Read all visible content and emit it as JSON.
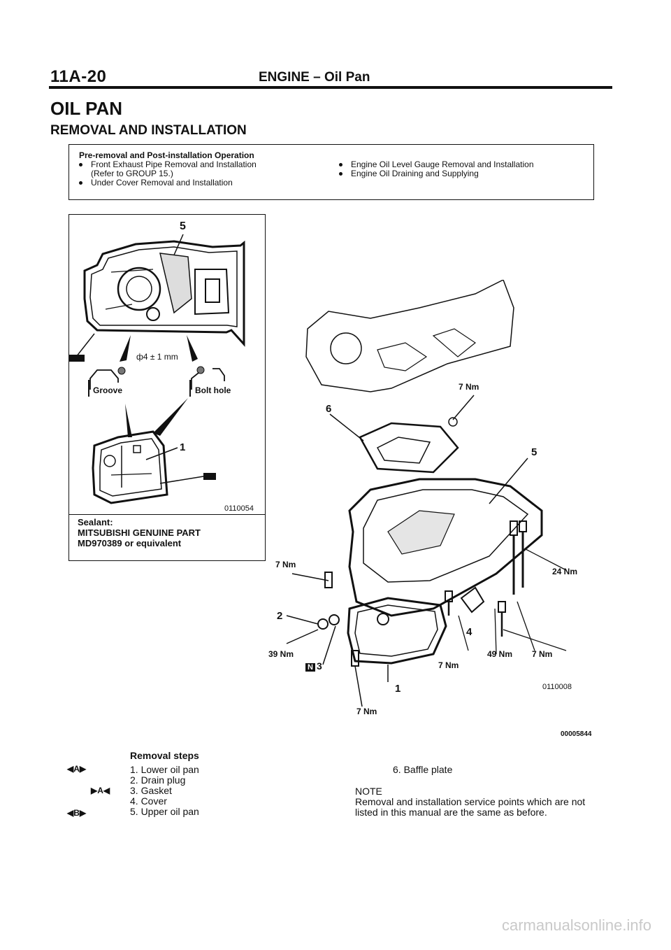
{
  "header": {
    "code": "11A-20",
    "title": "ENGINE – Oil Pan"
  },
  "section_title": "OIL PAN",
  "subsection_title": "REMOVAL AND INSTALLATION",
  "pre_removal": {
    "title": "Pre-removal and Post-installation Operation",
    "left_items": [
      "Front Exhaust Pipe Removal and Installation",
      "(Refer to GROUP 15.)",
      "Under Cover Removal and Installation"
    ],
    "right_items": [
      "Engine Oil Level Gauge Removal and Installation",
      "Engine Oil Draining and Supplying"
    ]
  },
  "left_figure": {
    "label_5": "5",
    "dimension": "ф4 ± 1 mm",
    "groove": "Groove",
    "bolt_hole": "Bolt hole",
    "label_1": "1",
    "figure_code": "0110054",
    "sealant_lines": [
      "Sealant:",
      "MITSUBISHI GENUINE PART",
      "MD970389 or equivalent"
    ]
  },
  "main_figure": {
    "labels": {
      "l6": "6",
      "l5": "5",
      "l2": "2",
      "l4": "4",
      "l1": "1",
      "l3": "3",
      "l3_marker": "N"
    },
    "torques": {
      "t_baffle": "7 Nm",
      "t_left": "7 Nm",
      "t_24": "24 Nm",
      "t_39": "39 Nm",
      "t_49": "49 Nm",
      "t_7_right": "7 Nm",
      "t_7_mid": "7 Nm",
      "t_7_bottom": "7 Nm"
    },
    "figure_code": "0110008",
    "page_code": "00005844"
  },
  "removal_steps": {
    "title": "Removal steps",
    "markers": {
      "a": "A",
      "b": "B",
      "ab": "A"
    },
    "steps": [
      "1. Lower oil pan",
      "2. Drain plug",
      "3. Gasket",
      "4. Cover",
      "5. Upper oil pan"
    ],
    "step6": "6. Baffle plate"
  },
  "note": {
    "title": "NOTE",
    "lines": [
      "Removal and installation service points which are not",
      "listed in this manual are the same as before."
    ]
  },
  "watermark": "carmanualsonline.info"
}
